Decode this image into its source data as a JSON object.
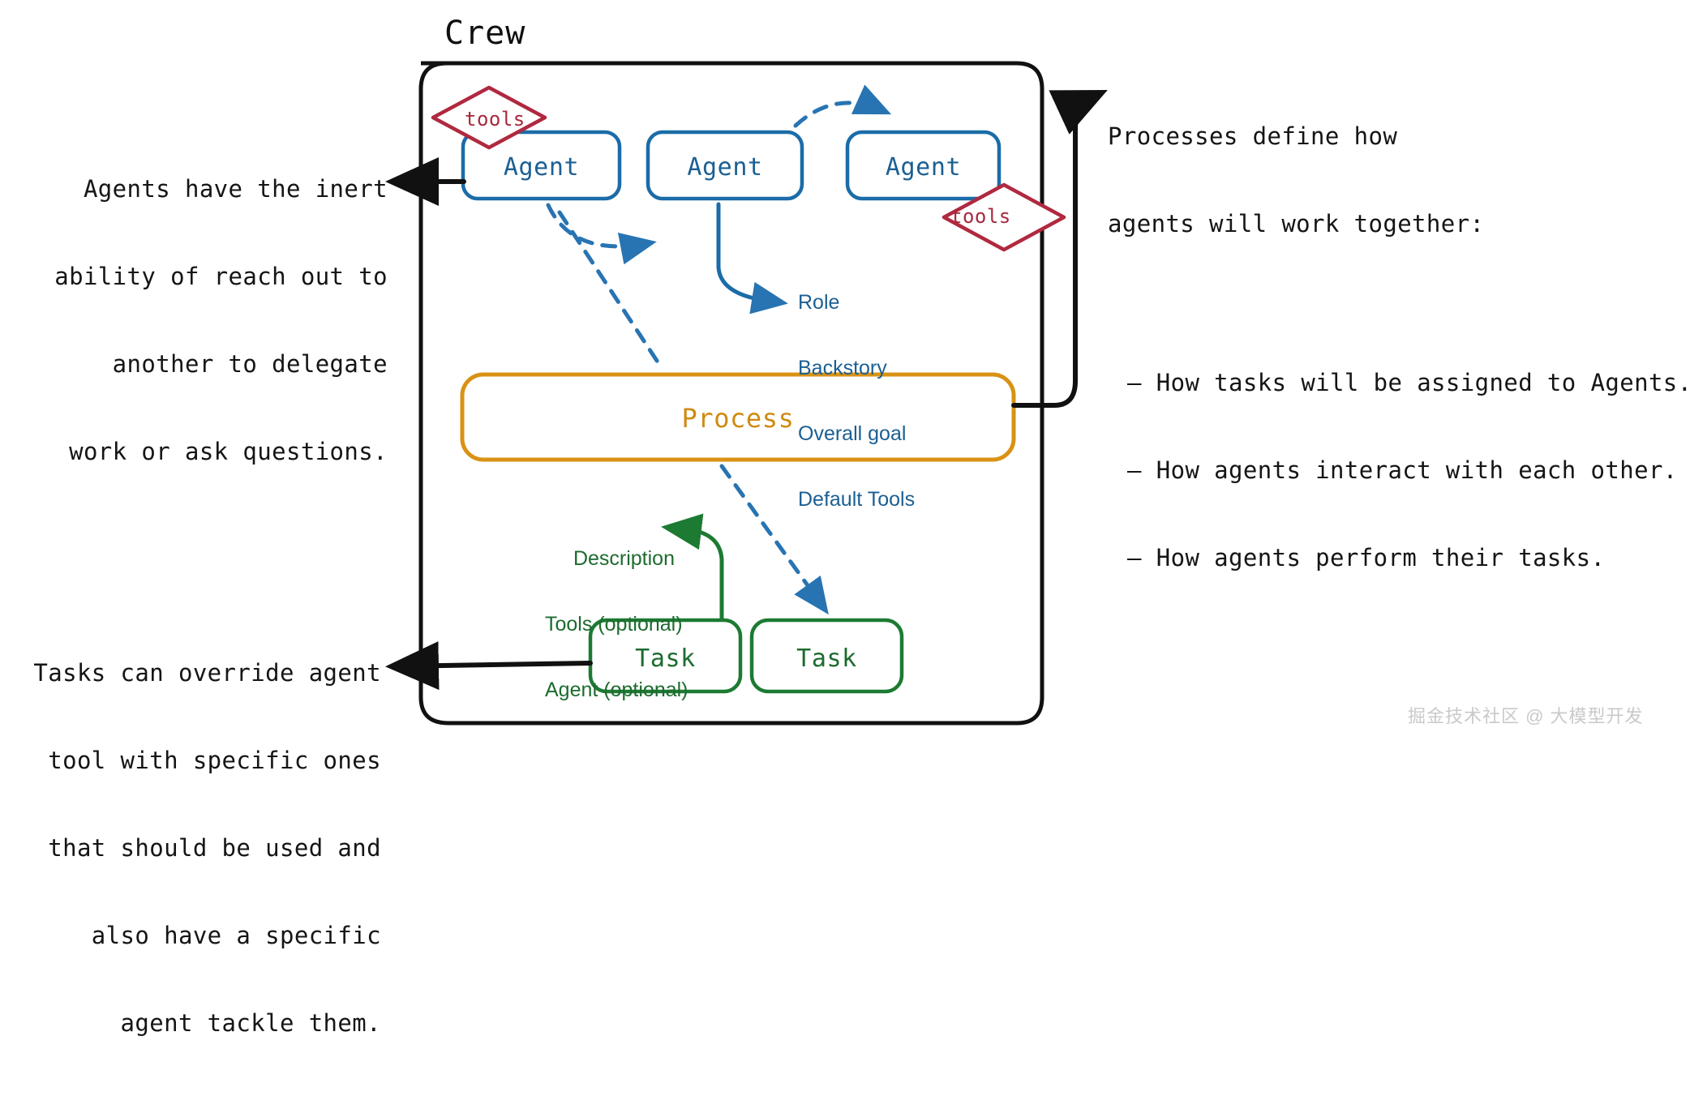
{
  "diagram": {
    "title": "Crew",
    "watermark": "掘金技术社区 @ 大模型开发"
  },
  "colors": {
    "agent_blue": "#1b6ca8",
    "agent_text": "#1b5f93",
    "task_green": "#1d7a33",
    "task_text": "#1d6b2f",
    "process_orange": "#d99214",
    "process_text": "#d08a12",
    "tools_red": "#b0293f",
    "tools_text": "#a8283c",
    "connector_black": "#111111",
    "watermark_gray": "#c9c9c9"
  },
  "callouts": {
    "agents": {
      "lines": [
        "Agents have the inert",
        "ability of reach out to",
        "another to delegate",
        "work or ask questions."
      ]
    },
    "tasks": {
      "lines": [
        "Tasks can override agent",
        "tool with specific ones",
        "that should be used and",
        "also have a specific",
        "agent tackle them."
      ]
    },
    "process": {
      "heading_lines": [
        "Processes define how",
        "agents will work together:"
      ],
      "bullets": [
        "– How tasks will be assigned to Agents.",
        "– How agents interact with each other.",
        "– How agents perform their tasks."
      ]
    }
  },
  "nodes": {
    "agents": [
      {
        "label": "Agent",
        "has_tools": true,
        "tools_label": "tools"
      },
      {
        "label": "Agent",
        "has_tools": false,
        "tools_label": ""
      },
      {
        "label": "Agent",
        "has_tools": true,
        "tools_label": "tools"
      }
    ],
    "process": {
      "label": "Process"
    },
    "tasks": [
      {
        "label": "Task"
      },
      {
        "label": "Task"
      }
    ]
  },
  "attributes": {
    "agent": [
      "Role",
      "Backstory",
      "Overall goal",
      "Default Tools"
    ],
    "task": [
      "Description",
      "Tools (optional)",
      "Agent (optional)"
    ]
  }
}
